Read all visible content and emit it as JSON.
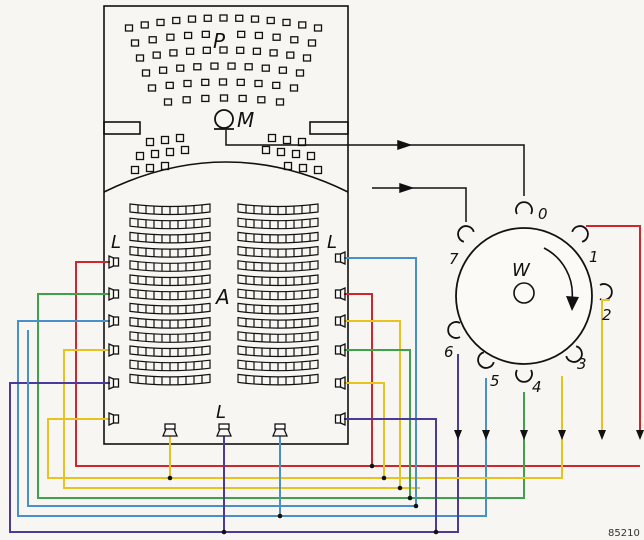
{
  "labels": {
    "podium": "P",
    "microphone": "M",
    "audience": "A",
    "loudspeaker_left": "L",
    "loudspeaker_right": "L",
    "loudspeaker_bottom": "L",
    "wheel": "W"
  },
  "wheel_positions": [
    "0",
    "1",
    "2",
    "3",
    "4",
    "5",
    "6",
    "7"
  ],
  "reference": "85210",
  "colors": {
    "red": "#d0262d",
    "green": "#3fa24a",
    "blue": "#4a90c8",
    "yellow": "#e8c21e",
    "purple": "#4b3a9a",
    "black": "#111111"
  }
}
